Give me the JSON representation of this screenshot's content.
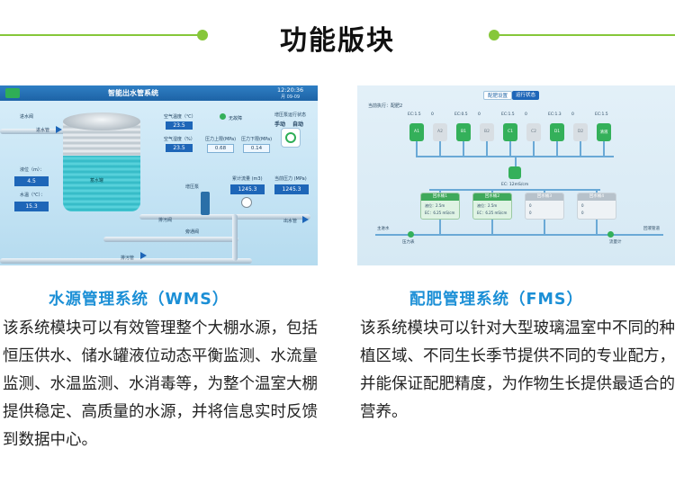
{
  "header": {
    "title": "功能版块"
  },
  "colors": {
    "accent_green": "#86c73a",
    "caption_blue": "#1b8fd6",
    "text": "#222222"
  },
  "wms_screen": {
    "app_title": "智能出水管系统",
    "time": "12:20:36",
    "date": "月 09-09",
    "labels": {
      "inlet_valve": "进水阀",
      "inlet_pipe": "进水管",
      "level": "液位（m）：",
      "level_value": "4.5",
      "water_temp": "水温（℃）：",
      "water_temp_value": "15.3",
      "air_temp": "空气温度（℃）",
      "air_temp_value": "23.5",
      "air_humidity": "空气湿度（%）",
      "air_humidity_value": "23.5",
      "fault": "无故障",
      "pressure_upper": "压力上限(MPa)",
      "pressure_upper_value": "0.68",
      "pressure_lower": "压力下限(MPa)",
      "pressure_lower_value": "0.14",
      "pump_state": "增压泵运行状态",
      "manual": "手动",
      "auto": "自动",
      "tank": "蓄水罐",
      "booster_pump": "增压泵",
      "total_flow": "累计流量 (m3)",
      "total_flow_value": "1245.3",
      "current_pressure": "当前压力 (MPa)",
      "current_pressure_value": "1245.3",
      "drain_valve": "排污阀",
      "bypass_valve": "旁通阀",
      "outlet_pipe": "出水管",
      "drain_pipe": "排污管"
    }
  },
  "fms_screen": {
    "tabs": [
      "配肥设置",
      "运行状态"
    ],
    "current": "当前执行：配肥2",
    "ec_labels": [
      "EC:1.5",
      "0",
      "EC:0.5",
      "0",
      "EC:1.5",
      "0",
      "EC:1.3",
      "0",
      "EC:1.5"
    ],
    "modules": [
      "A1",
      "A2",
      "B1",
      "B2",
      "C1",
      "C2",
      "D1",
      "D2",
      "清液"
    ],
    "flow_reading": "EC: 12mS/cm",
    "cards": [
      {
        "title": "回水桶1",
        "l1": "液位：2.5m",
        "l2": "EC：6.25 mS/cm"
      },
      {
        "title": "回水桶2",
        "l1": "液位：2.5m",
        "l2": "EC：6.25 mS/cm"
      },
      {
        "title": "回水桶3",
        "l1": "0",
        "l2": "0"
      },
      {
        "title": "回水桶4",
        "l1": "0",
        "l2": "0"
      }
    ],
    "inlet": "主进水",
    "pump": "压力表",
    "meter": "流量计",
    "outlet": "回液管道"
  },
  "wms": {
    "title": "水源管理系统（WMS）",
    "description": "该系统模块可以有效管理整个大棚水源，包括恒压供水、储水罐液位动态平衡监测、水流量监测、水温监测、水消毒等，为整个温室大棚提供稳定、高质量的水源，并将信息实时反馈到数据中心。"
  },
  "fms": {
    "title": "配肥管理系统（FMS）",
    "description": "该系统模块可以针对大型玻璃温室中不同的种植区域、不同生长季节提供不同的专业配方，并能保证配肥精度，为作物生长提供最适合的营养。"
  }
}
